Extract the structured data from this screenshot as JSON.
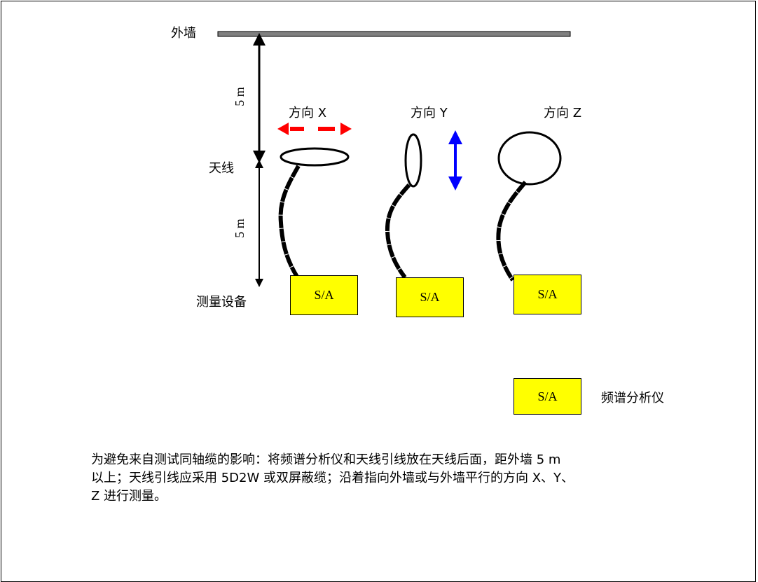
{
  "labels": {
    "outer_wall": "外墙",
    "antenna": "天线",
    "measuring_equipment": "测量设备",
    "distance_upper": "5 m",
    "distance_lower": "5 m"
  },
  "directions": {
    "x": "方向 X",
    "y": "方向 Y",
    "z": "方向 Z"
  },
  "analyzer_boxes": [
    "S/A",
    "S/A",
    "S/A"
  ],
  "legend": {
    "box": "S/A",
    "text": "频谱分析仪"
  },
  "caption": {
    "line1": "为避免来自测试同轴缆的影响：将频谱分析仪和天线引线放在天线后面，距外墙 5 m",
    "line2": "以上；天线引线应采用 5D2W 或双屏蔽缆；沿着指向外墙或与外墙平行的方向 X、Y、",
    "line3": "Z 进行测量。"
  },
  "colors": {
    "wall": "#808080",
    "analyzer": "#ffff00",
    "direction_x_arrow": "#ff0000",
    "direction_y_arrow": "#0000ff"
  }
}
